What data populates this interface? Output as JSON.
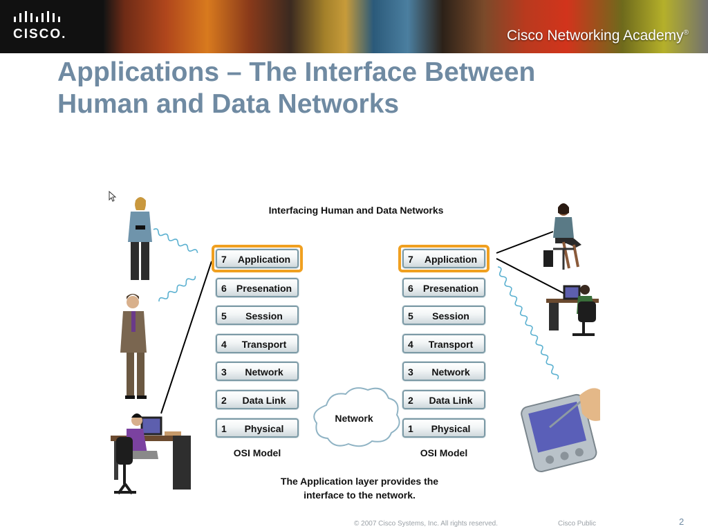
{
  "header": {
    "logo_text": "CISCO.",
    "academy_text": "Cisco Networking Academy",
    "academy_mark": "®"
  },
  "slide": {
    "title_line1": "Applications – The Interface Between",
    "title_line2": "Human and Data Networks"
  },
  "figure": {
    "title": "Interfacing Human and Data Networks",
    "left_stack": [
      {
        "num": "7",
        "name": "Application"
      },
      {
        "num": "6",
        "name": "Presenation"
      },
      {
        "num": "5",
        "name": "Session"
      },
      {
        "num": "4",
        "name": "Transport"
      },
      {
        "num": "3",
        "name": "Network"
      },
      {
        "num": "2",
        "name": "Data Link"
      },
      {
        "num": "1",
        "name": "Physical"
      }
    ],
    "right_stack": [
      {
        "num": "7",
        "name": "Application"
      },
      {
        "num": "6",
        "name": "Presenation"
      },
      {
        "num": "5",
        "name": "Session"
      },
      {
        "num": "4",
        "name": "Transport"
      },
      {
        "num": "3",
        "name": "Network"
      },
      {
        "num": "2",
        "name": "Data Link"
      },
      {
        "num": "1",
        "name": "Physical"
      }
    ],
    "left_model_label": "OSI Model",
    "right_model_label": "OSI Model",
    "cloud_label": "Network",
    "caption_line1": "The Application layer provides the",
    "caption_line2": "interface to the network.",
    "highlight_color": "#f0a020",
    "wave_color": "#5ab0d0"
  },
  "footer": {
    "copyright": "© 2007 Cisco Systems, Inc. All rights reserved.",
    "classification": "Cisco Public",
    "page": "2"
  }
}
